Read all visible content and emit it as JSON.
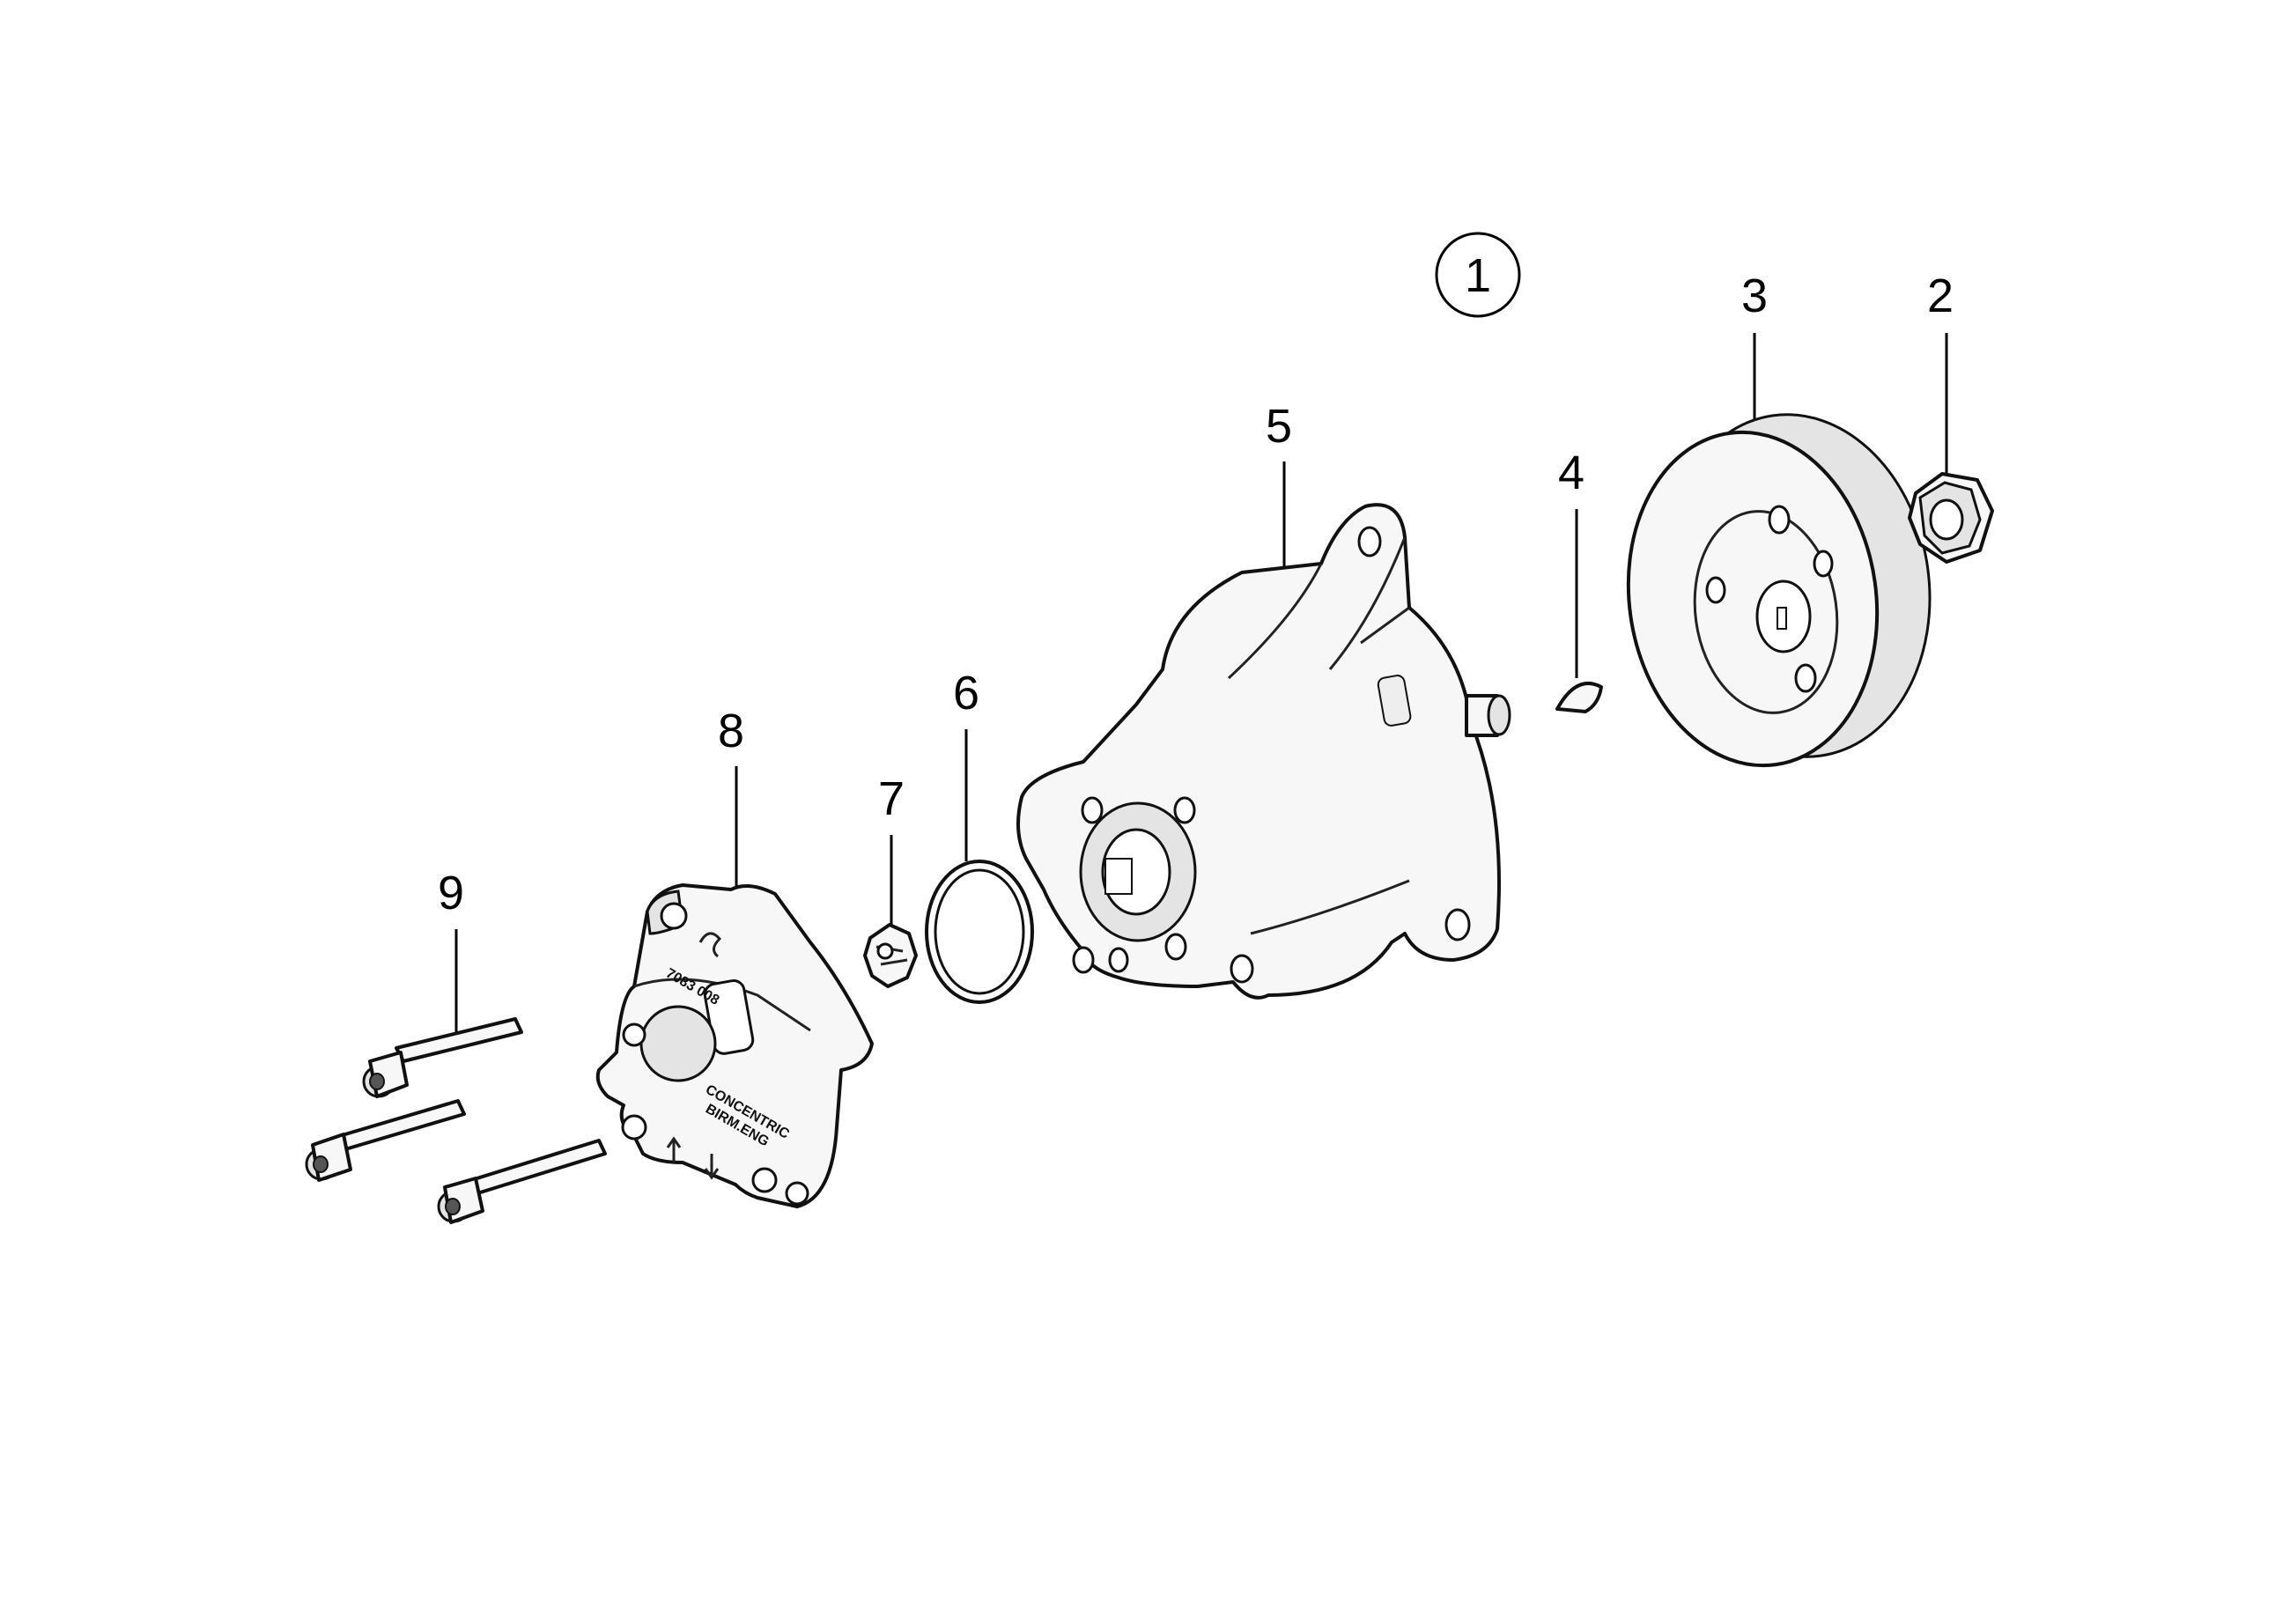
{
  "assembly": {
    "number": "1"
  },
  "callouts": [
    {
      "id": "2",
      "label": "2"
    },
    {
      "id": "3",
      "label": "3"
    },
    {
      "id": "4",
      "label": "4"
    },
    {
      "id": "5",
      "label": "5"
    },
    {
      "id": "6",
      "label": "6"
    },
    {
      "id": "7",
      "label": "7"
    },
    {
      "id": "8",
      "label": "8"
    },
    {
      "id": "9",
      "label": "9"
    }
  ],
  "stamps": {
    "cover_text_1": "CONCENTRIC",
    "cover_text_2": "BIRM.ENG",
    "cover_code": "7083 008"
  }
}
